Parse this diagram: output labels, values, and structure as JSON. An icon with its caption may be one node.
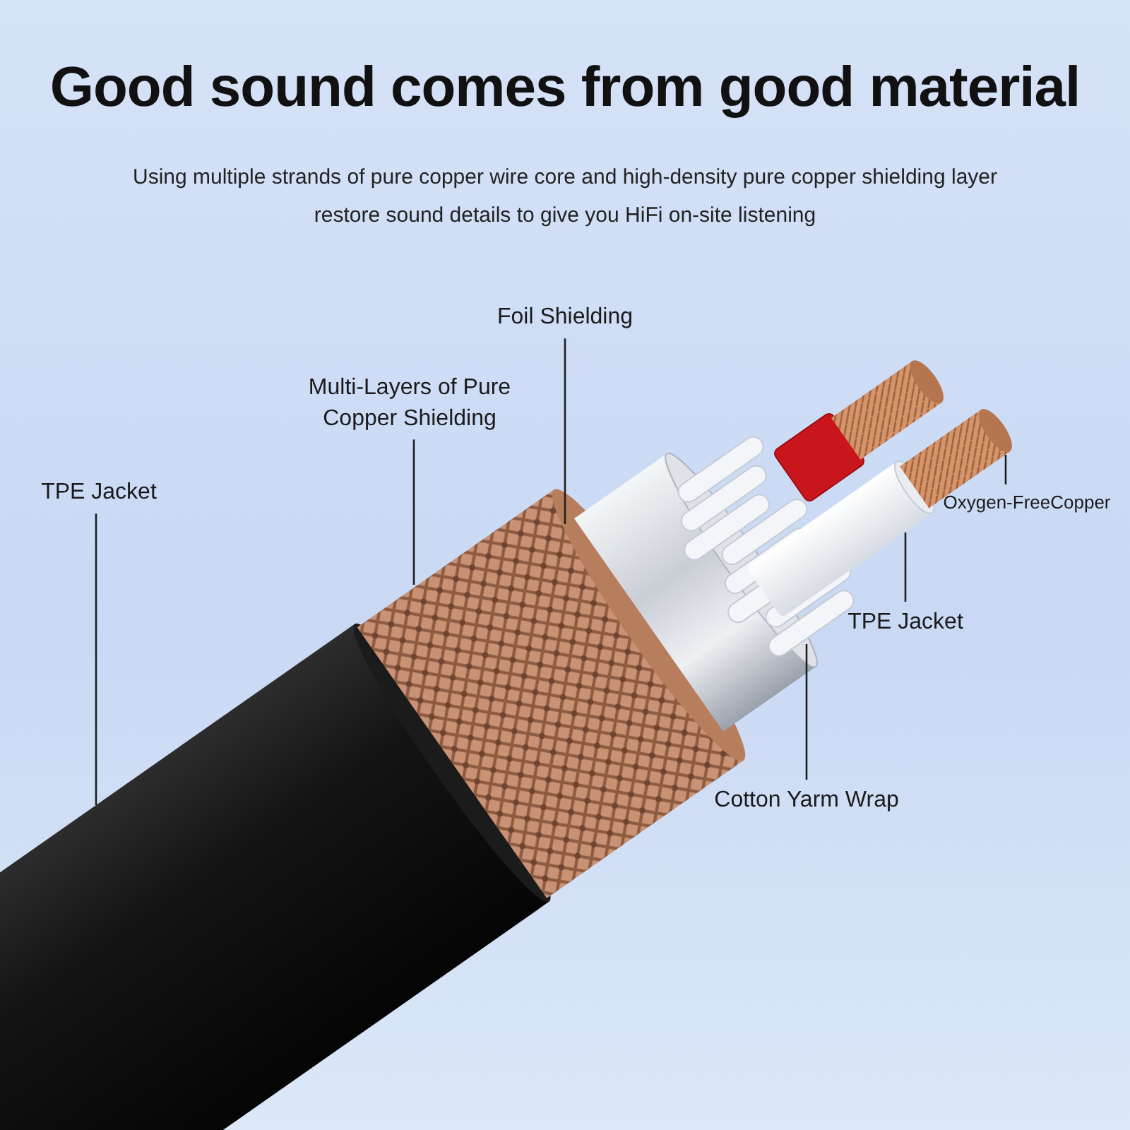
{
  "diagram": {
    "title": "Good sound comes from good material",
    "nodes": [
      {
        "text": [
          "Foil Shielding"
        ]
      },
      {
        "text": [
          "Multi-Layers of Pure Copper Shielding"
        ]
      },
      {
        "text": [
          "TPE Jacket"
        ]
      },
      {
        "text": [
          "Oxygen-FreeCopper"
        ]
      },
      {
        "text": [
          "TPE Jacket"
        ]
      },
      {
        "text": [
          "Cotton Yarm Wrap"
        ]
      },
      {
        "text": [],
        "shape": "picture"
      },
      {
        "text": [],
        "shape": "picture"
      },
      {
        "text": [],
        "shape": "picture"
      },
      {
        "text": [],
        "shape": "picture"
      },
      {
        "text": [],
        "shape": "picture"
      },
      {
        "text": [],
        "shape": "picture"
      },
      {
        "text": [],
        "shape": "box"
      },
      {
        "text": [],
        "shape": "picture"
      }
    ],
    "edges": [
      {
        "from": 0,
        "to": 6,
        "arrow": "none"
      },
      {
        "from": 1,
        "to": 7,
        "arrow": "none"
      },
      {
        "from": 2,
        "to": 8,
        "arrow": "none"
      },
      {
        "from": 3,
        "to": 9,
        "arrow": "none"
      },
      {
        "from": 4,
        "to": 10,
        "arrow": "none"
      },
      {
        "from": 5,
        "to": 11,
        "arrow": "none"
      }
    ],
    "labels": [
      "Using multiple strands of pure copper wire core and high-density pure copper shielding layer restore sound details to give you HiFi on-site listening"
    ]
  }
}
